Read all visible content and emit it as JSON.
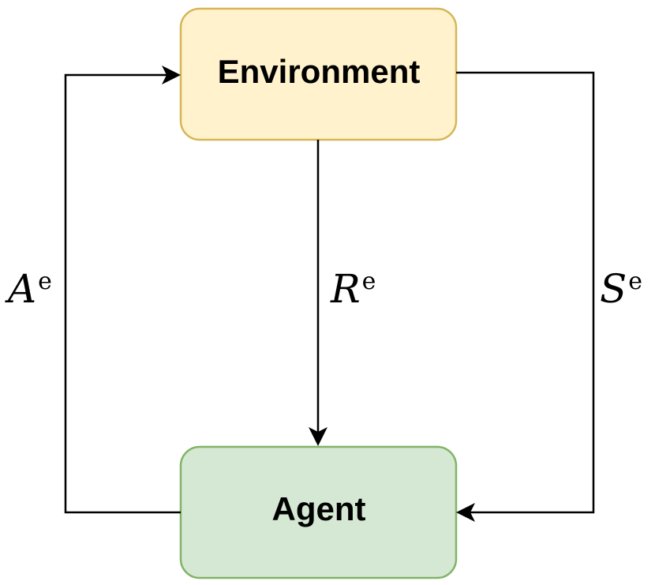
{
  "nodes": {
    "environment": {
      "label": "Environment",
      "fill": "#fff2cc",
      "stroke": "#d6b656"
    },
    "agent": {
      "label": "Agent",
      "fill": "#d5e8d4",
      "stroke": "#82b366"
    }
  },
  "edges": {
    "action": {
      "symbol": "A",
      "superscript": "e"
    },
    "reward": {
      "symbol": "R",
      "superscript": "e"
    },
    "state": {
      "symbol": "S",
      "superscript": "e"
    }
  }
}
